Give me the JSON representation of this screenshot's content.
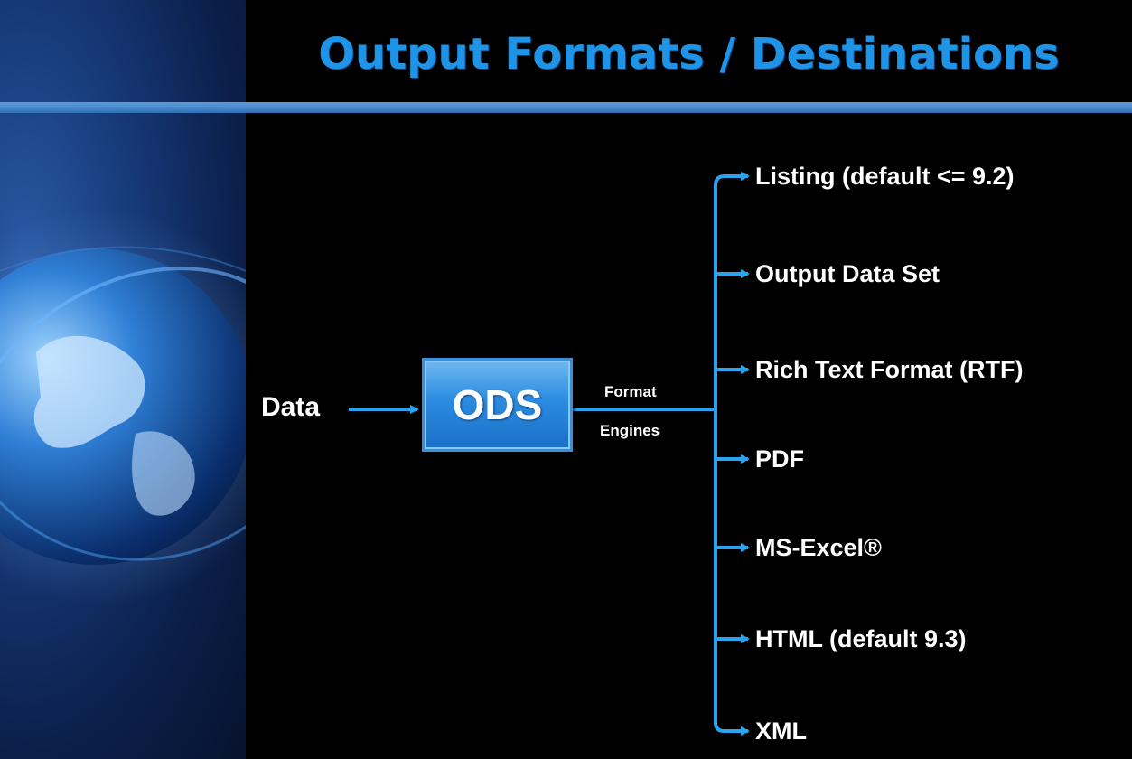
{
  "title": "Output Formats / Destinations",
  "colors": {
    "accent": "#1f93e6",
    "line": "#2aa3f0",
    "title_bar": "#4a8bd0",
    "background": "#000000"
  },
  "diagram": {
    "input_label": "Data",
    "process_label": "ODS",
    "connector_label_top": "Format",
    "connector_label_bottom": "Engines",
    "destinations": [
      "Listing (default <= 9.2)",
      "Output Data Set",
      "Rich Text Format (RTF)",
      "PDF",
      "MS-Excel®",
      "HTML (default 9.3)",
      "XML"
    ]
  },
  "decor": {
    "left_panel_icon": "globe-icon"
  }
}
